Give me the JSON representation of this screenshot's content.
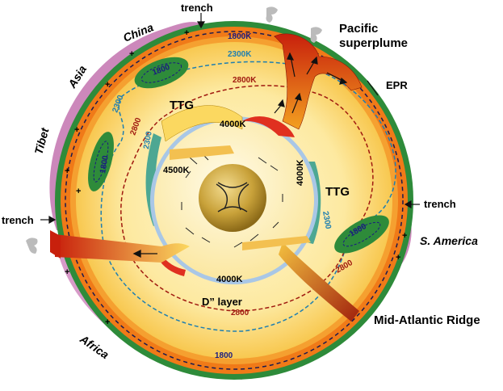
{
  "labels": {
    "trench_top": "trench",
    "trench_left": "trench",
    "trench_right": "trench",
    "china": "China",
    "asia": "Asia",
    "tibet": "Tibet",
    "africa": "Africa",
    "s_america": "S. America",
    "pacific_superplume": [
      "Pacific",
      "superplume"
    ],
    "epr": "EPR",
    "mid_atlantic_ridge": "Mid-Atlantic Ridge",
    "ttg_left": "TTG",
    "ttg_right": "TTG",
    "d_layer": "D” layer",
    "temp_4000_top": "4000K",
    "temp_4000_right": "4000K",
    "temp_4000_bottom": "4000K",
    "temp_4500": "4500K",
    "iso_1800_top": "1800K",
    "iso_2300_top": "2300K",
    "iso_2800_top": "2800K",
    "iso_1800_asia": "1800",
    "iso_2300_left": "2300",
    "iso_2300_left2": "2300",
    "iso_2800_left": "2800",
    "iso_1800_tibet": "1800",
    "iso_2300_right": "2300",
    "iso_1800_sam": "1800",
    "iso_2800_right": "2800",
    "iso_2800_bottom": "2800",
    "iso_1800_bottom": "1800"
  },
  "colors": {
    "continent": "#cc88bb",
    "lithosphere": "#2e8b3a",
    "upper_mantle": "#f07a18",
    "mantle": "#fbd860",
    "inner_mantle": "#fff2b8",
    "outer_core": "#fff4c0",
    "inner_core": "#b89028",
    "d_layer": "#a9c7e6",
    "plume": "#c8200c",
    "iso_1800": "#1a1a80",
    "iso_2300": "#1f7fb0",
    "iso_2800": "#a01a10",
    "ttg": "#3aa090"
  }
}
